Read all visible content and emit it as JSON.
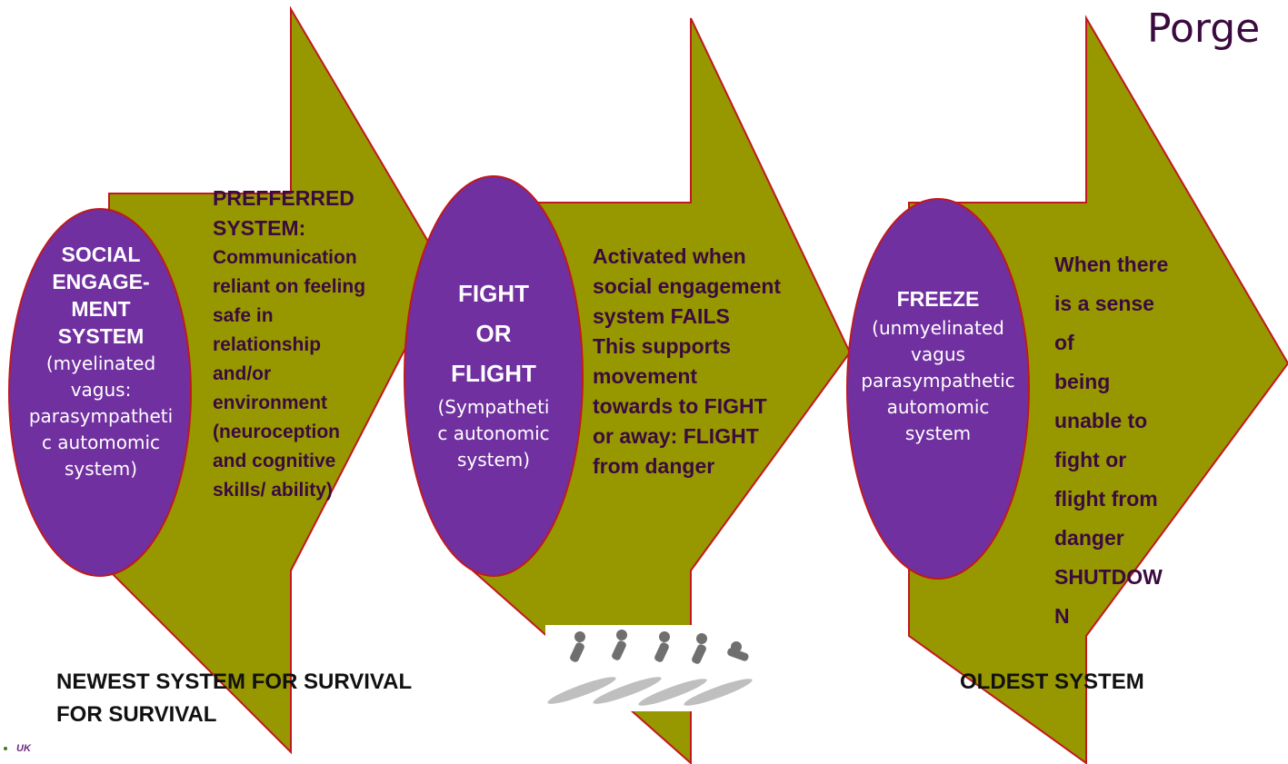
{
  "title": "Porge",
  "colors": {
    "arrow": "#979800",
    "arrow_edge": "#c0181f",
    "oval": "#7030a0",
    "text_dark": "#3b0a3f"
  },
  "stages": [
    {
      "heading": [
        "SOCIAL",
        "ENGAGE-",
        "MENT",
        "SYSTEM"
      ],
      "sub": [
        "(myelinated",
        "vagus:",
        "parasympatheti",
        "c automomic",
        "system)"
      ],
      "desc": [
        "PREFFERRED",
        "SYSTEM:",
        "Communication",
        "reliant on feeling",
        "safe in",
        "relationship",
        "and/or",
        "environment",
        "(neuroception",
        "and cognitive",
        "skills/ ability)"
      ]
    },
    {
      "heading": [
        "FIGHT",
        "OR",
        "FLIGHT"
      ],
      "sub": [
        "(Sympatheti",
        "c autonomic",
        "system)"
      ],
      "desc": [
        "Activated when",
        "social engagement",
        "system FAILS",
        "This supports",
        "movement",
        "towards to FIGHT",
        "or away: FLIGHT",
        "from danger"
      ]
    },
    {
      "heading": [
        "FREEZE"
      ],
      "sub": [
        "(unmyelinated",
        "vagus",
        "parasympathetic",
        "automomic",
        "system"
      ],
      "desc": [
        "When there",
        "is a sense",
        "of",
        "being",
        "unable to",
        "fight or",
        "flight from",
        "danger",
        "SHUTDOW",
        "N"
      ]
    }
  ],
  "bottom": {
    "left_label": [
      "NEWEST SYSTEM FOR SURVIVAL",
      "FOR SURVIVAL"
    ],
    "right_label": "OLDEST SYSTEM",
    "image_icon": "running-figures-icon"
  },
  "footer": {
    "tag": "UK"
  }
}
